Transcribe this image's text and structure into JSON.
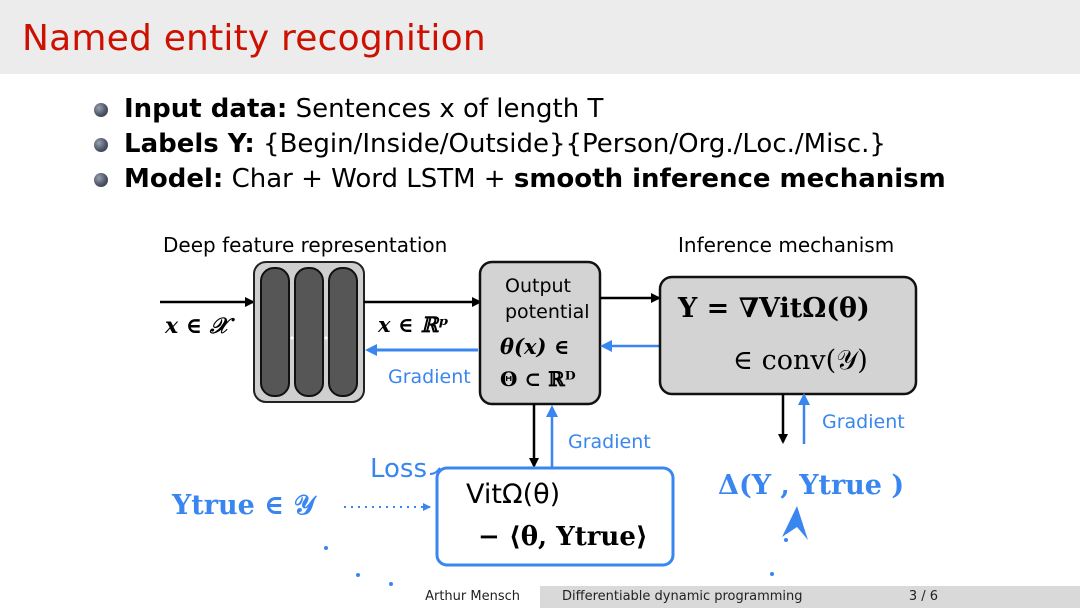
{
  "slide": {
    "title": "Named entity recognition"
  },
  "bullets": [
    {
      "label": "Input data:",
      "text": "Sentences x of length T"
    },
    {
      "label": "Labels Y:",
      "text": "{Begin/Inside/Outside}{Person/Org./Loc./Misc.}"
    },
    {
      "label": "Model:",
      "text": "Char + Word LSTM + ",
      "emphasis": "smooth inference mechanism"
    }
  ],
  "diagram": {
    "heading_left": "Deep feature representation",
    "heading_right": "Inference mechanism",
    "input_label": "x ∈ 𝒳",
    "feature_label": "x ∈ ℝᵖ",
    "potential_box": {
      "line1": "Output",
      "line2": "potential",
      "line3": "θ(x) ∈",
      "line4": "Θ ⊂ ℝᴰ"
    },
    "inference_box": {
      "line1": "Y = ∇VitΩ(θ)",
      "line2": "∈ conv(𝒴)"
    },
    "gradient_left": "Gradient",
    "gradient_center": "Gradient",
    "gradient_right": "Gradient",
    "loss_label": "Loss",
    "loss_box": {
      "line1": "VitΩ(θ)",
      "line2": "− ⟨θ, Ytrue⟩"
    },
    "ytrue_label": "Ytrue ∈ 𝒴",
    "delta_label": "Δ(Y , Ytrue )"
  },
  "footer": {
    "author": "Arthur Mensch",
    "title": "Differentiable dynamic programming",
    "page": "3 / 6"
  },
  "colors": {
    "title": "#cc1100",
    "accent_blue": "#3a86f0",
    "box_gray": "#d0d0d0",
    "lstm_dark": "#555555"
  }
}
